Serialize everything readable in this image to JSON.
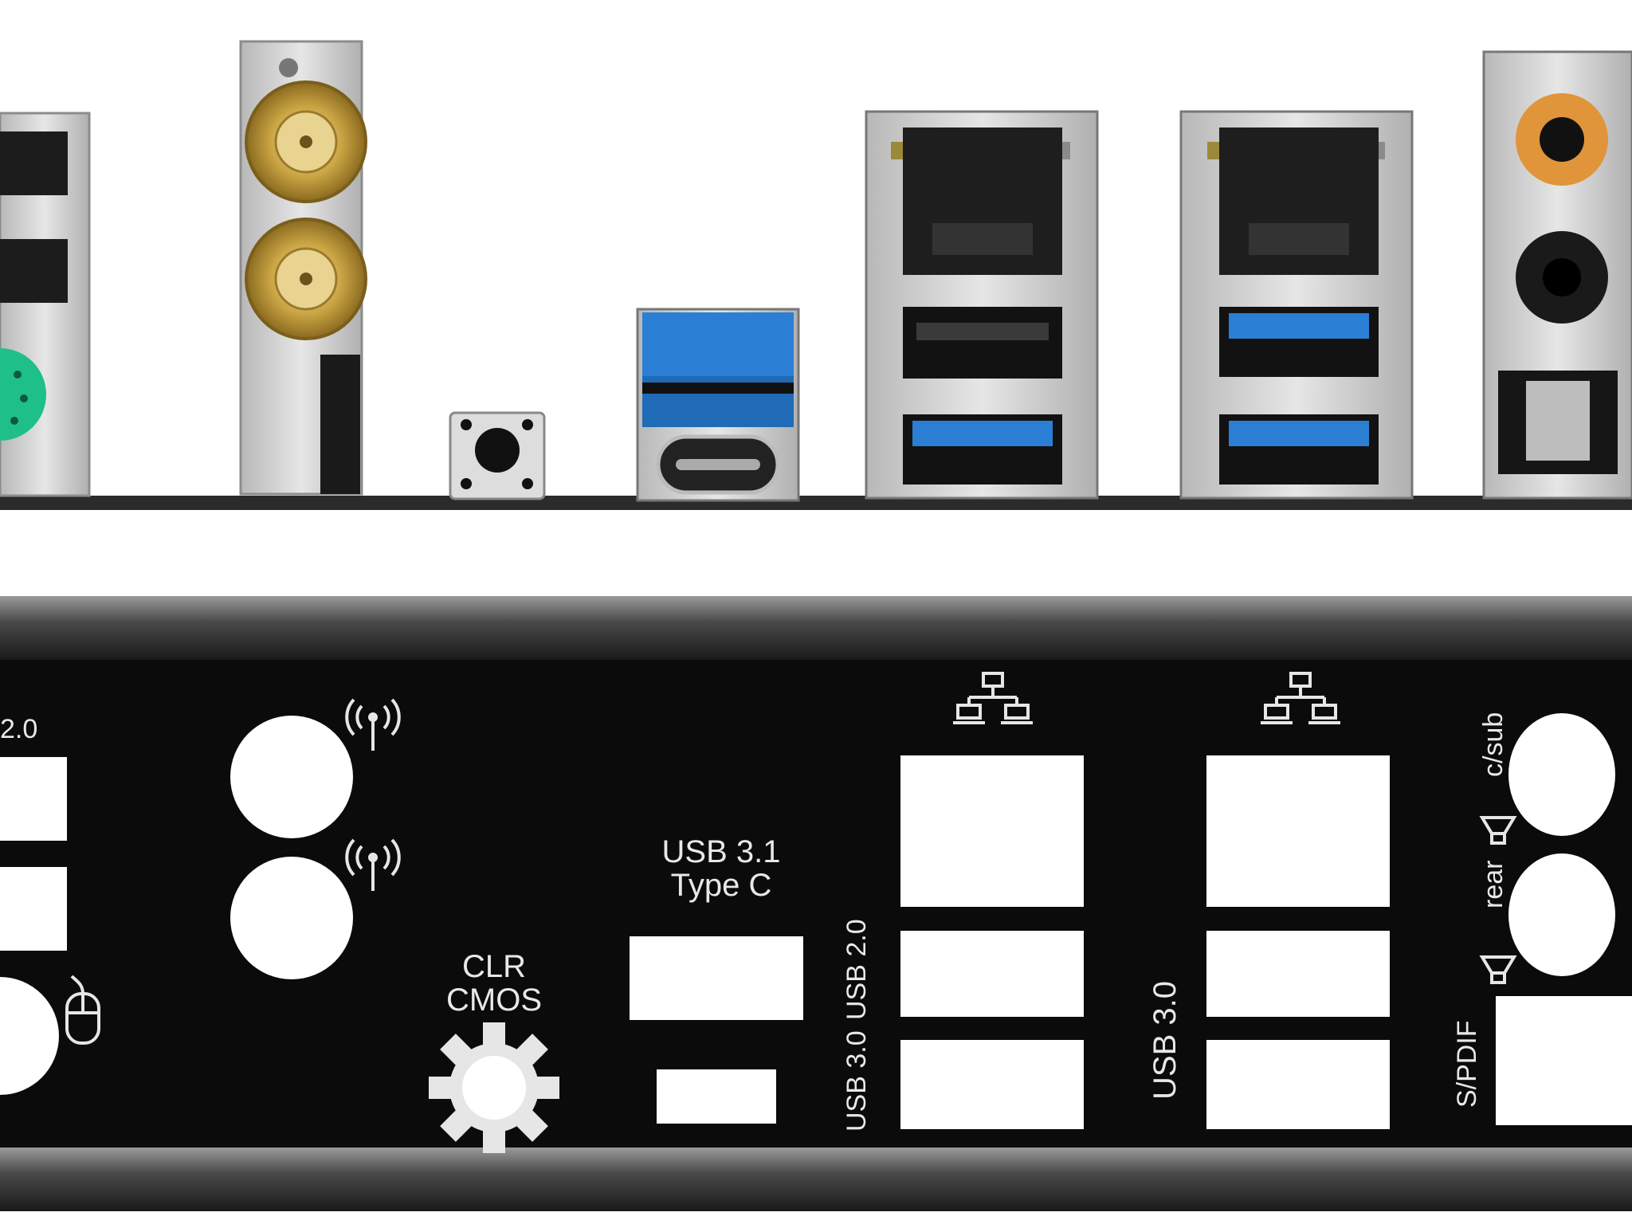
{
  "plate_labels": {
    "usb_20_partial": "2.0",
    "usb31_type_c_line1": "USB 3.1",
    "usb31_type_c_line2": "Type C",
    "clr_cmos_line1": "CLR",
    "clr_cmos_line2": "CMOS",
    "usb20_vertical": "USB 2.0",
    "usb30_vertical_left": "USB 3.0",
    "usb30_vertical_right": "USB 3.0",
    "c_sub": "c/sub",
    "rear": "rear",
    "spdif": "S/PDIF"
  },
  "icons": {
    "antenna": "antenna-icon",
    "network": "network-icon",
    "mouse": "mouse-icon",
    "speaker": "speaker-icon",
    "gear": "gear-icon"
  },
  "colors": {
    "plate": "#0b0b0b",
    "metal": "#cfcfcf",
    "usb3_blue": "#2a7fd4",
    "ps2_green": "#1fbf8a",
    "gold": "#c9a443",
    "audio_orange": "#e0953a"
  }
}
